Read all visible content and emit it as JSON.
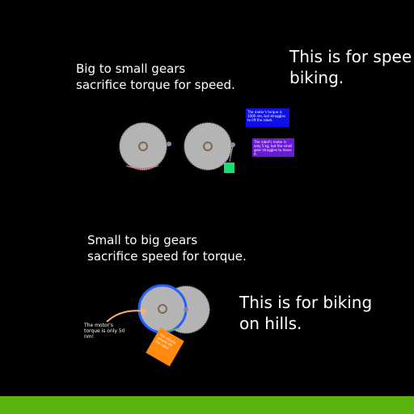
{
  "top_section": {
    "caption": [
      "Big to small gears",
      "sacrifice torque for speed."
    ],
    "side_text": [
      "This is for spee",
      "biking."
    ],
    "note_blue": "The motor's torque is 1000 nm, but struggles to lift the robot.",
    "note_purple": "The robot's motor is only 5 kg, but the small gear struggles to move it."
  },
  "bottom_section": {
    "caption": [
      "Small to big gears",
      "sacrifice speed for torque."
    ],
    "side_text": [
      "This is for biking",
      "on hills."
    ],
    "motor_note": [
      "The motor's",
      "torque is only 50",
      "nm!"
    ],
    "orange_note": "The robot's wheels lift the robot"
  },
  "colors": {
    "background": "#000000",
    "gear_fill": "#b4b4b4",
    "gear_outline": "#9a9a9a",
    "highlight_blue": "#2060ff",
    "note_blue": "#1010e6",
    "note_purple": "#6a1ad6",
    "orange": "#ff8a10",
    "green_box": "#18e070",
    "ground_green": "#5ab20c"
  },
  "icons": [
    "gear-icon",
    "arrow-icon"
  ]
}
